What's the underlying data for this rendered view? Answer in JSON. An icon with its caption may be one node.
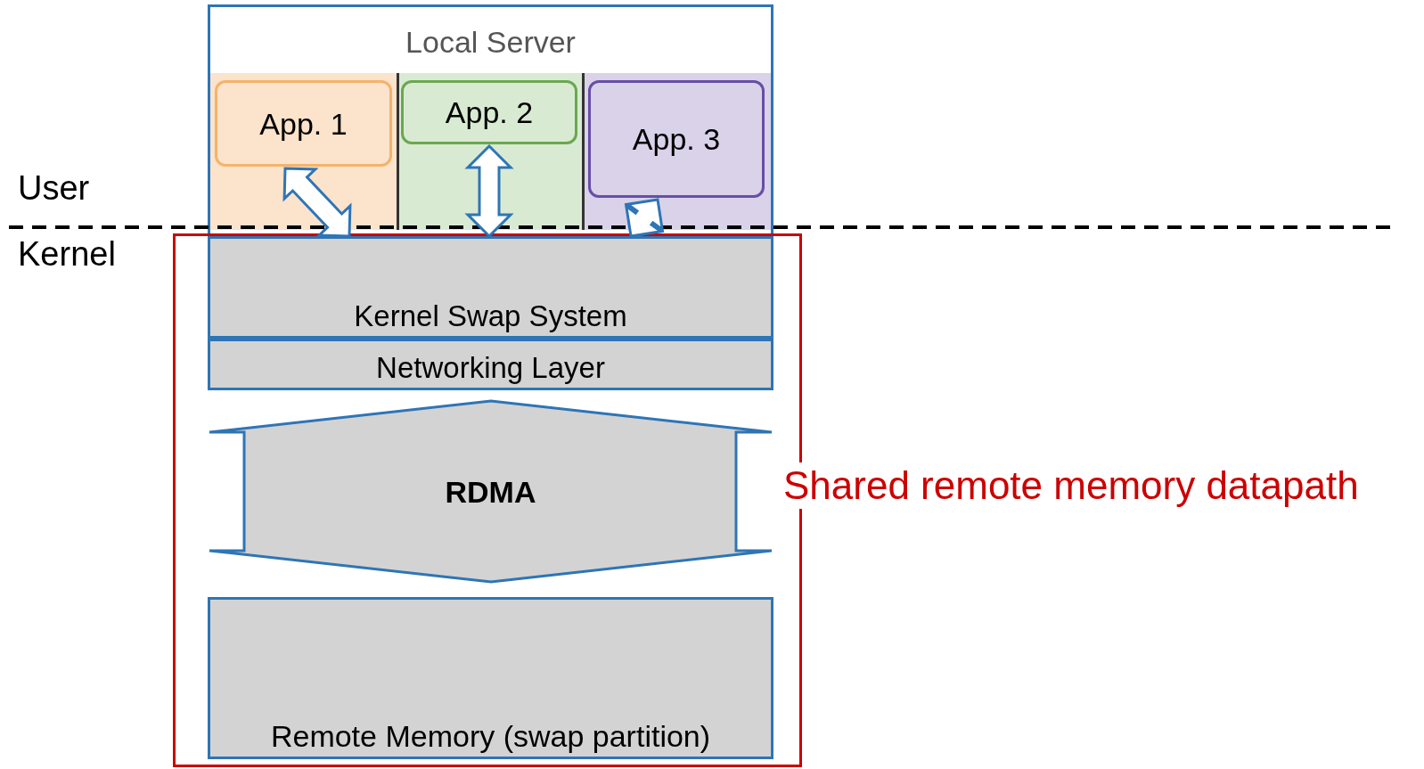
{
  "diagram": {
    "nodes": [
      {
        "text": [
          "Local Server"
        ]
      },
      {
        "text": [
          "App. 1"
        ],
        "in": 0
      },
      {
        "text": [
          "App. 2"
        ],
        "in": 0
      },
      {
        "text": [
          "App. 3"
        ],
        "in": 0
      },
      {
        "text": [
          "Shared remote memory datapath"
        ]
      },
      {
        "text": [
          "Kernel Swap System"
        ],
        "in": 4
      },
      {
        "text": [
          "Networking Layer"
        ],
        "in": 4
      },
      {
        "text": [
          "RDMA"
        ],
        "in": 4
      },
      {
        "text": [
          "Remote Memory (swap partition)"
        ],
        "in": 4
      }
    ],
    "edges": [
      {
        "from": 1,
        "to": 5,
        "arrow": "both"
      },
      {
        "from": 2,
        "to": 5,
        "arrow": "both"
      },
      {
        "from": 3,
        "to": 5,
        "arrow": "both"
      }
    ],
    "labels": [
      "User",
      "Kernel"
    ]
  }
}
